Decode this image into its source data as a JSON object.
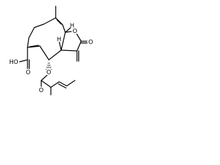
{
  "molecule": {
    "atom_labels": {
      "ring_oxygen": "O",
      "lactone_carbonyl_oxygen": "O",
      "acid_label": "HO",
      "acid_carbonyl_oxygen": "O",
      "ester_oxygen": "O",
      "ester_carbonyl_oxygen": "O",
      "h1": "H",
      "h2": "H"
    }
  }
}
